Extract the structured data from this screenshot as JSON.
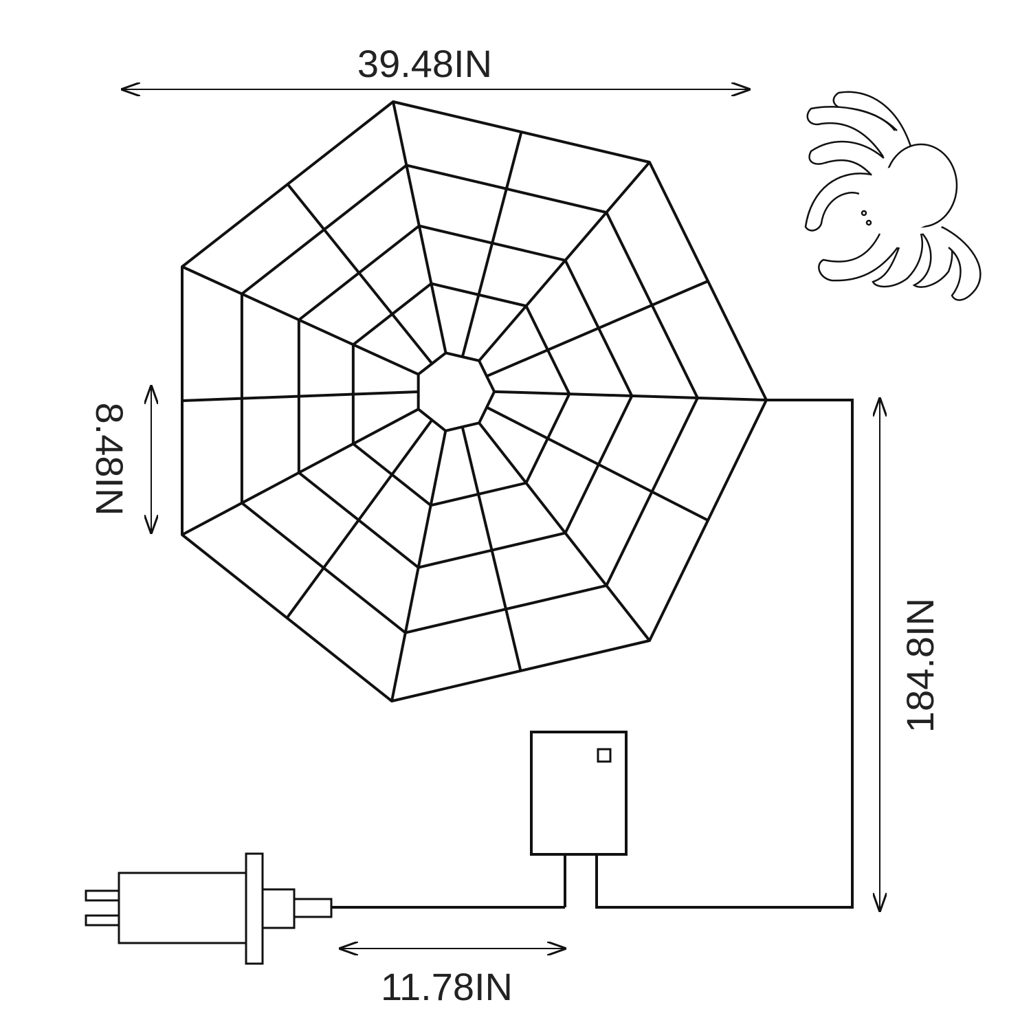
{
  "dimensions": {
    "web_width": "39.48IN",
    "ring_spacing": "8.48IN",
    "lead_cable": "184.8IN",
    "plug_cable": "11.78IN"
  },
  "colors": {
    "line": "#111111",
    "background": "#ffffff"
  }
}
